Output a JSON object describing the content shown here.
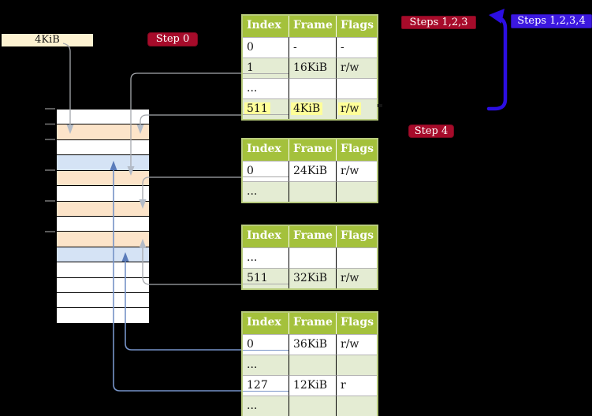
{
  "labels": {
    "page_size": "4KiB"
  },
  "badges": {
    "step0": "Step 0",
    "steps123": "Steps 1,2,3",
    "steps1234": "Steps 1,2,3,4",
    "step4": "Step 4"
  },
  "colors": {
    "background": "#000000",
    "table_header_green": "#a4c13c",
    "table_row_green": "#e4ecd3",
    "table_border": "#b8cb7d",
    "highlight_yellow": "#ffff99",
    "badge_red": "#a60b2a",
    "badge_blue": "#3c18e0",
    "big_arrow_blue": "#2c0ee2",
    "memory_orange": "#fce4c9",
    "memory_blue": "#d5e3f5",
    "gray_connector": "#a5a8ad",
    "gray_arrowhead": "#b3bbc7",
    "blue_connector": "#7693c7",
    "blue_arrowhead": "#5b7cba"
  },
  "memory": {
    "rows": [
      "white",
      "orange",
      "white",
      "blue",
      "orange",
      "white",
      "orange",
      "white",
      "orange",
      "blue",
      "white",
      "white",
      "white",
      "white"
    ]
  },
  "tables": [
    {
      "name": "page-table-1",
      "headers": [
        "Index",
        "Frame",
        "Flags"
      ],
      "rows": [
        {
          "cells": [
            "0",
            "-",
            "-"
          ]
        },
        {
          "cells": [
            "1",
            "16KiB",
            "r/w"
          ],
          "shade": true,
          "underline": "gray"
        },
        {
          "cells": [
            "...",
            "",
            ""
          ]
        },
        {
          "cells": [
            "511",
            "4KiB",
            "r/w"
          ],
          "shade": true,
          "underline": "gray",
          "highlight": true
        }
      ]
    },
    {
      "name": "page-table-2",
      "headers": [
        "Index",
        "Frame",
        "Flags"
      ],
      "rows": [
        {
          "cells": [
            "0",
            "24KiB",
            "r/w"
          ],
          "underline": "gray"
        },
        {
          "cells": [
            "...",
            "",
            ""
          ],
          "shade": true
        }
      ]
    },
    {
      "name": "page-table-3",
      "headers": [
        "Index",
        "Frame",
        "Flags"
      ],
      "rows": [
        {
          "cells": [
            "...",
            "",
            ""
          ]
        },
        {
          "cells": [
            "511",
            "32KiB",
            "r/w"
          ],
          "shade": true,
          "underline": "gray"
        }
      ]
    },
    {
      "name": "page-table-4",
      "headers": [
        "Index",
        "Frame",
        "Flags"
      ],
      "rows": [
        {
          "cells": [
            "0",
            "36KiB",
            "r/w"
          ],
          "underline": "blue"
        },
        {
          "cells": [
            "...",
            "",
            ""
          ],
          "shade": true
        },
        {
          "cells": [
            "127",
            "12KiB",
            "r"
          ],
          "underline": "blue"
        },
        {
          "cells": [
            "...",
            "",
            ""
          ],
          "shade": true
        }
      ]
    }
  ]
}
